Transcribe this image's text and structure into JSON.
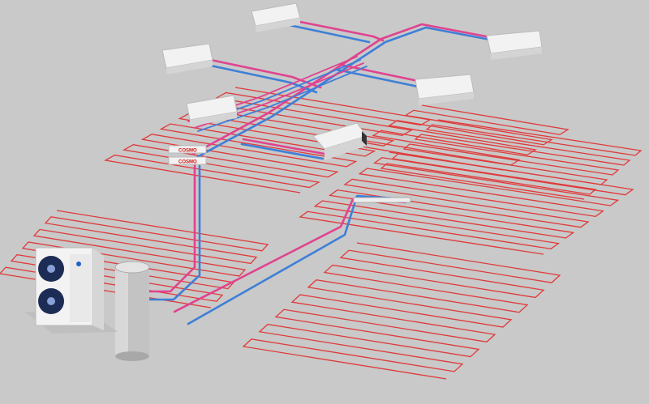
{
  "diagram": {
    "manifold_labels": [
      "COSMO",
      "COSMO"
    ],
    "colors": {
      "background": "#c9c9c9",
      "floor_heating_loop": "#e03a3a",
      "supply_pipe": "#e0438f",
      "return_pipe": "#3f7fd8",
      "unit_face": "#f2f2f2",
      "unit_side": "#d4d4d4"
    },
    "components": {
      "heat_pump": "outdoor-heat-pump-unit",
      "tank": "hot-water-storage-tank",
      "manifolds": "floor-heating-manifold",
      "indoor_units": "ceiling-fan-coil-units",
      "floor_loops": "underfloor-heating-coils"
    }
  }
}
